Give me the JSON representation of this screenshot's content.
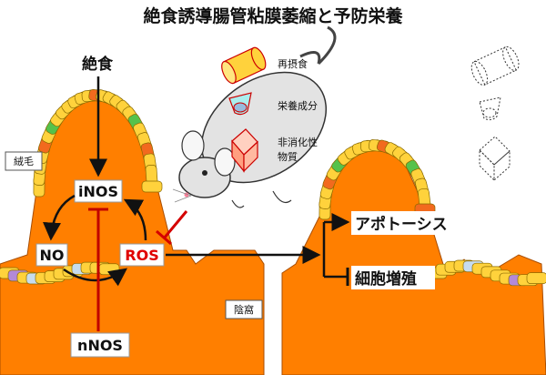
{
  "title": "絶食誘導腸管粘膜萎縮と予防栄養",
  "labels": {
    "fasting": "絶食",
    "villus": "絨毛",
    "crypt": "陰窩",
    "inos": "iNOS",
    "no": "NO",
    "ros": "ROS",
    "nnos": "nNOS",
    "apoptosis": "アポトーシス",
    "proliferation": "細胞増殖"
  },
  "mouse_side": {
    "refeeding": "再摂食",
    "nutrients": "栄養成分",
    "indigestible_line1": "非消化性",
    "indigestible_line2": "物質"
  },
  "colors": {
    "mucosa": "#ff7f00",
    "cell_yellow": "#ffd23c",
    "cell_orange": "#f26a1e",
    "cell_green": "#55c24b",
    "cell_blue": "#c6dcef",
    "cell_purple": "#b389d8",
    "inhibit_red": "#d40000",
    "ros_red": "#e00000",
    "mouse": "#e3e3e3"
  }
}
